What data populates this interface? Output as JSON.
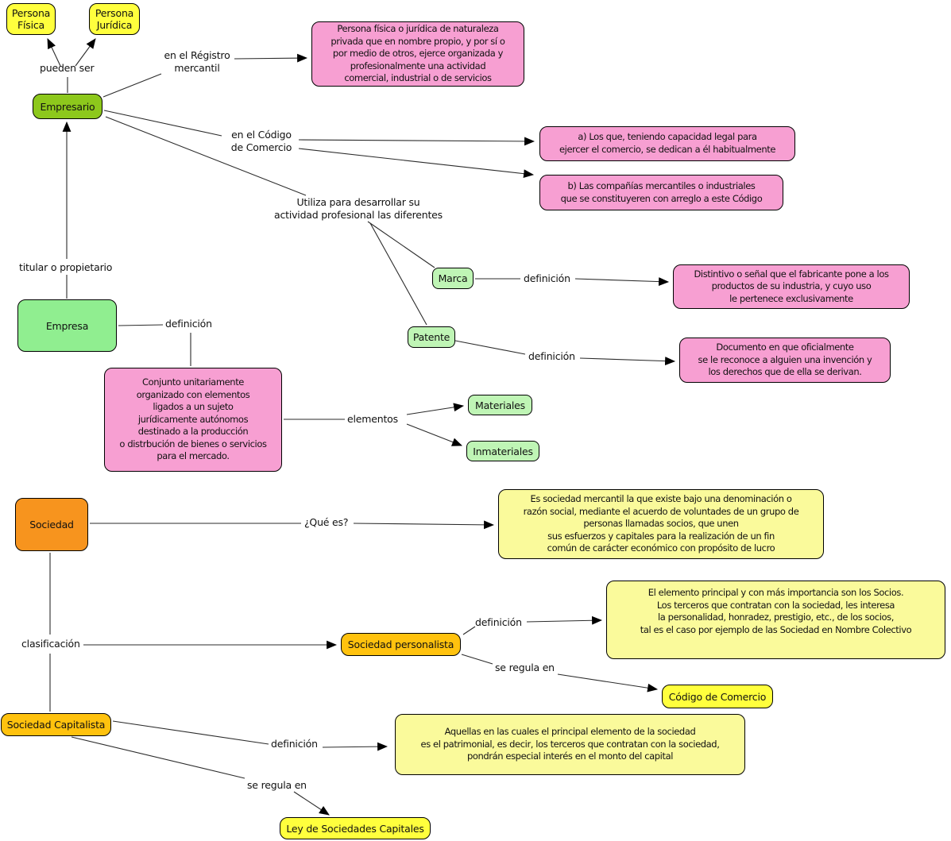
{
  "nodes": {
    "persona_fisica": "Persona\nFísica",
    "persona_juridica": "Persona\nJurídica",
    "empresario": "Empresario",
    "empresario_def": "Persona física o jurídica de naturaleza\nprivada que en nombre propio, y por sí o\npor medio de otros, ejerce organizada y\nprofesionalmente una actividad\ncomercial, industrial o de servicios",
    "codigo_a": "a) Los que, teniendo capacidad legal para\nejercer el comercio, se dedican a él habitualmente",
    "codigo_b": "b) Las compañías mercantiles o industriales\nque se constituyeren con arreglo a este Código",
    "marca": "Marca",
    "patente": "Patente",
    "marca_def": "Distintivo o señal que el fabricante pone a los\nproductos de su industria, y cuyo uso\nle pertenece exclusivamente",
    "patente_def": "Documento en que oficialmente\nse le reconoce a alguien una invención y\nlos derechos que de ella se derivan.",
    "empresa": "Empresa",
    "empresa_def": "Conjunto unitariamente\norganizado con elementos\nligados a un sujeto\njurídicamente autónomos\ndestinado a la producción\no distrbución de bienes o servicios\npara el mercado.",
    "materiales": "Materiales",
    "inmateriales": "Inmateriales",
    "sociedad": "Sociedad",
    "sociedad_def": "Es sociedad mercantil la que existe bajo una denominación o\nrazón social, mediante el acuerdo de voluntades de un grupo de\npersonas llamadas socios, que unen\nsus esfuerzos y capitales para la realización de un fin\ncomún de carácter económico con propósito de lucro",
    "personalista": "Sociedad personalista",
    "personalista_def": "El elemento principal y con más importancia son los Socios.\nLos terceros que contratan con la sociedad, les interesa\nla personalidad, honradez, prestigio, etc., de los socios,\ntal es el caso por ejemplo de las Sociedad en Nombre Colectivo",
    "codigo_comercio": "Código de Comercio",
    "capitalista": "Sociedad Capitalista",
    "capitalista_def": "Aquellas en las cuales el principal elemento de la sociedad\nes el patrimonial, es decir, los terceros que contratan con la sociedad,\npondrán especial interés en el monto del capital",
    "ley": "Ley de Sociedades Capitales"
  },
  "labels": {
    "pueden_ser": "pueden ser",
    "registro": "en el Régistro\nmercantil",
    "codigo": "en el Código\nde Comercio",
    "utiliza": "Utiliza para desarrollar su\nactividad profesional las diferentes",
    "def_marca": "definición",
    "def_patente": "definición",
    "titular": "titular o propietario",
    "def_empresa": "definición",
    "elementos": "elementos",
    "que_es": "¿Qué es?",
    "clasificacion": "clasificación",
    "def_personalista": "definición",
    "regula_personalista": "se regula en",
    "def_capitalista": "definición",
    "regula_capitalista": "se regula en"
  },
  "colors": {
    "yellow_node": "#FFFF3D",
    "lime_node": "#8DC81C",
    "pink_def": "#F79FD2",
    "green_node": "#90EE90",
    "pale_green_node": "#BFF5B5",
    "orange_node": "#F7941E",
    "amber_node": "#FFC20E",
    "light_yellow_def": "#FAFA9B",
    "border": "#000000",
    "line": "#2B2B2B"
  }
}
